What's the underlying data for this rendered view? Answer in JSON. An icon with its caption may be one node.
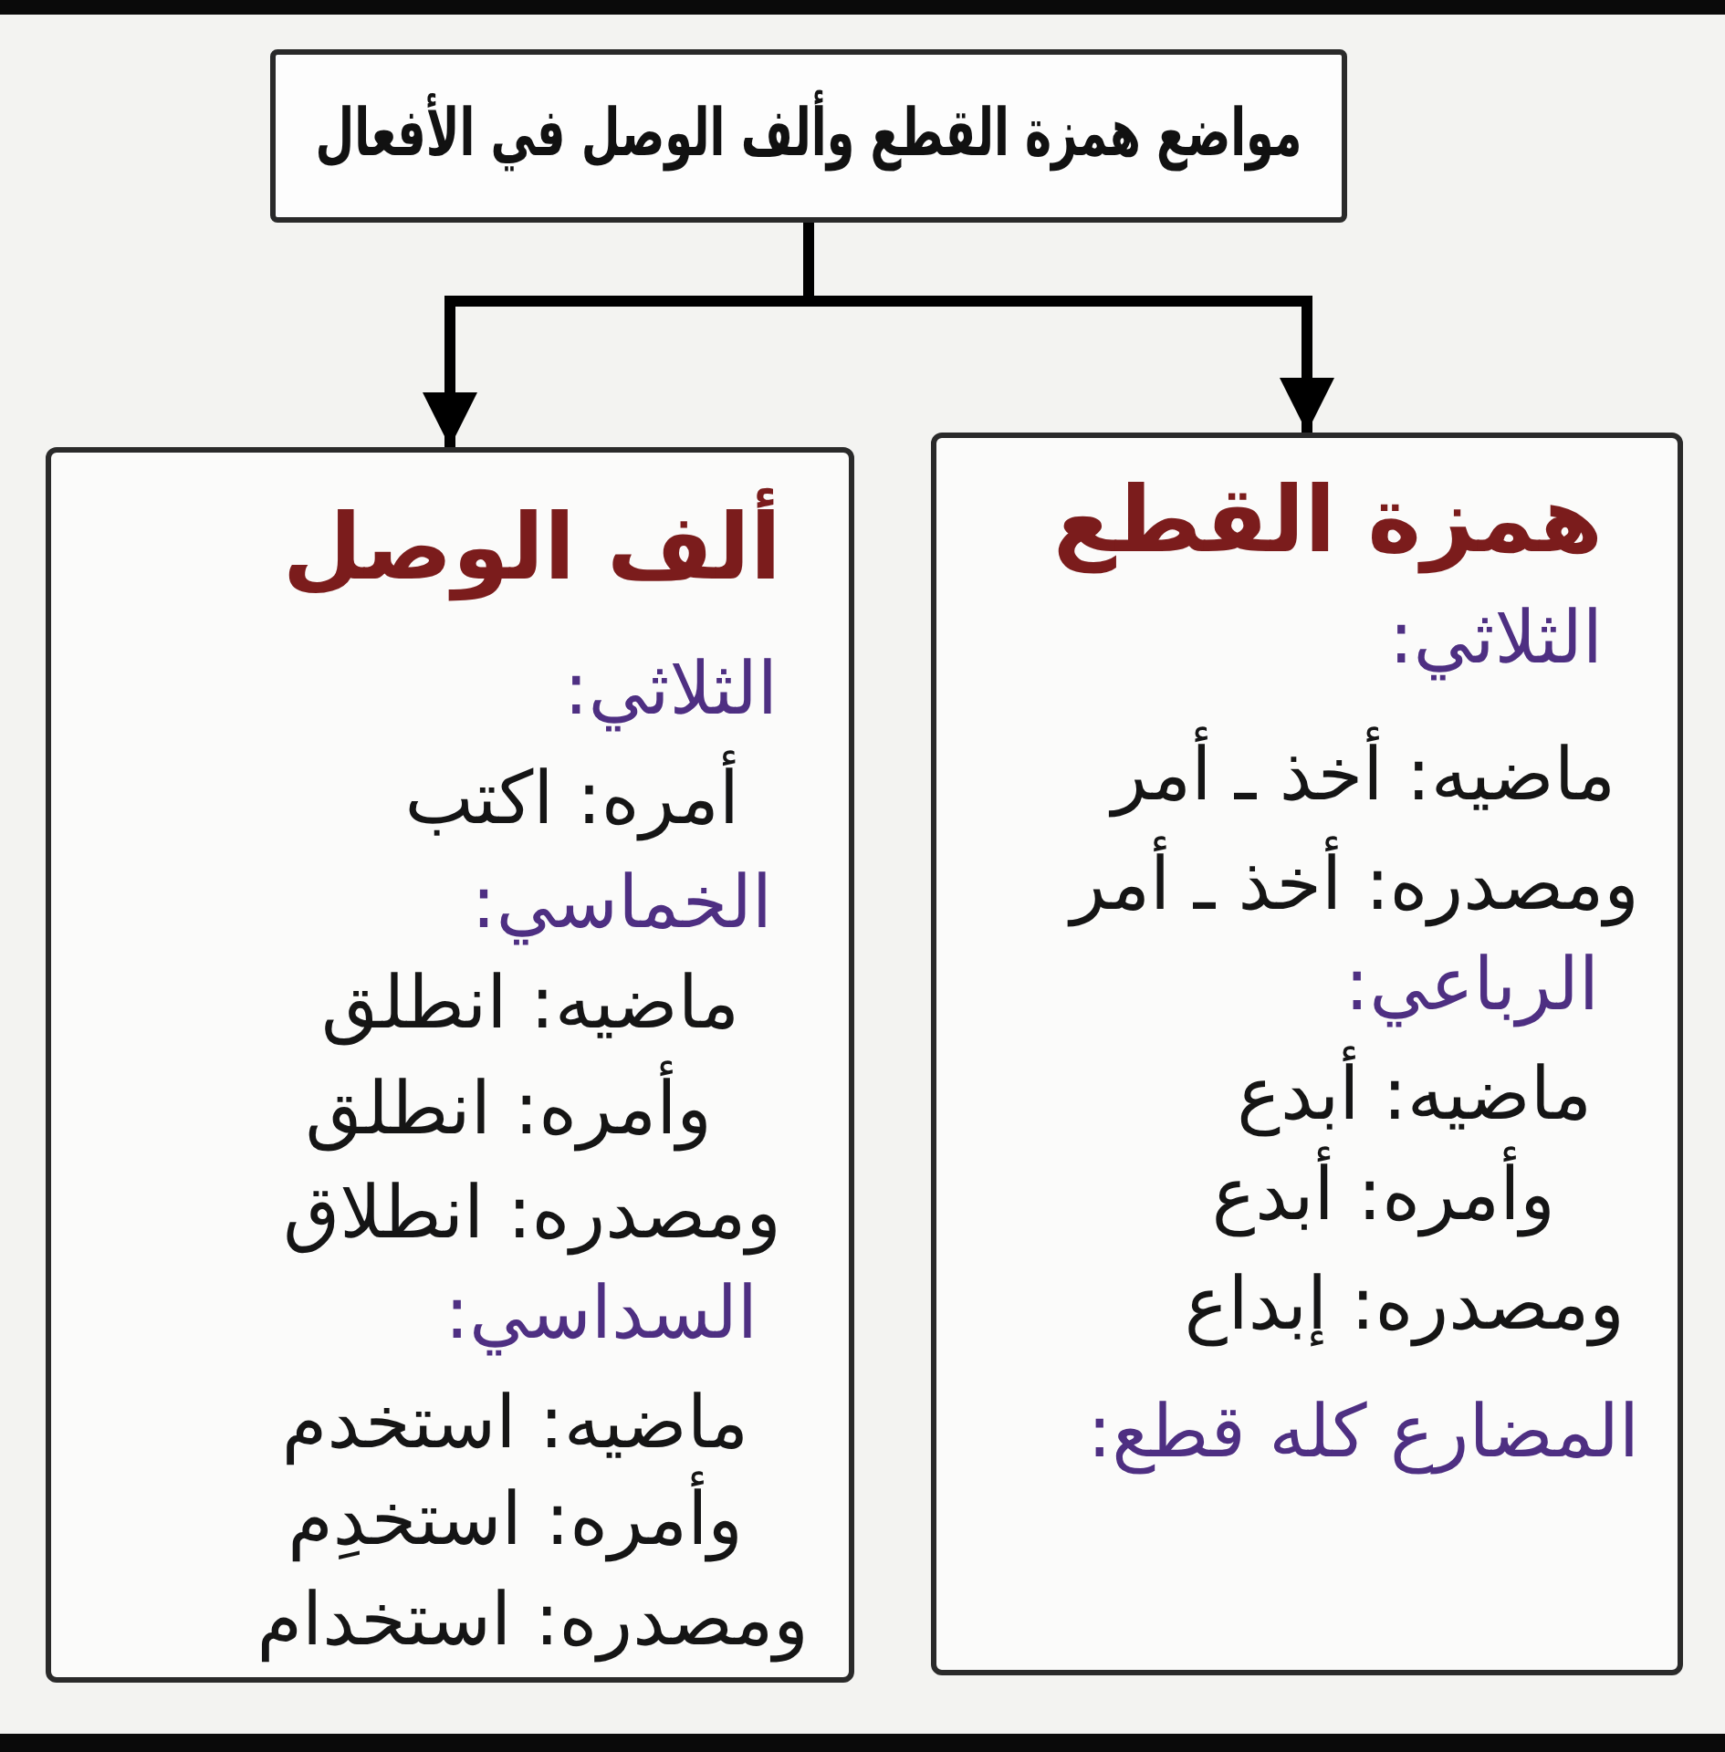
{
  "diagram": {
    "nodes": [
      {
        "text": [
          "مواضع همزة القطع وألف الوصل في الأفعال"
        ]
      },
      {
        "text": [
          "همزة القطع",
          "الثلاثي:",
          "ماضيه: أخذ ـ أمر",
          "ومصدره: أخذ ـ أمر",
          "الرباعي:",
          "ماضيه: أبدع",
          "وأمره: أبدع",
          "ومصدره: إبداع",
          "المضارع كله قطع:"
        ]
      },
      {
        "text": [
          "ألف الوصل",
          "الثلاثي:",
          "أمره: اكتب",
          "الخماسي:",
          "ماضيه: انطلق",
          "وأمره: انطلق",
          "ومصدره: انطلاق",
          "السداسي:",
          "ماضيه: استخدم",
          "وأمره: استخدِم",
          "ومصدره: استخدام"
        ]
      }
    ],
    "edges": [
      {
        "from": 0,
        "to": 1,
        "arrow": "to"
      },
      {
        "from": 0,
        "to": 2,
        "arrow": "to"
      }
    ]
  }
}
